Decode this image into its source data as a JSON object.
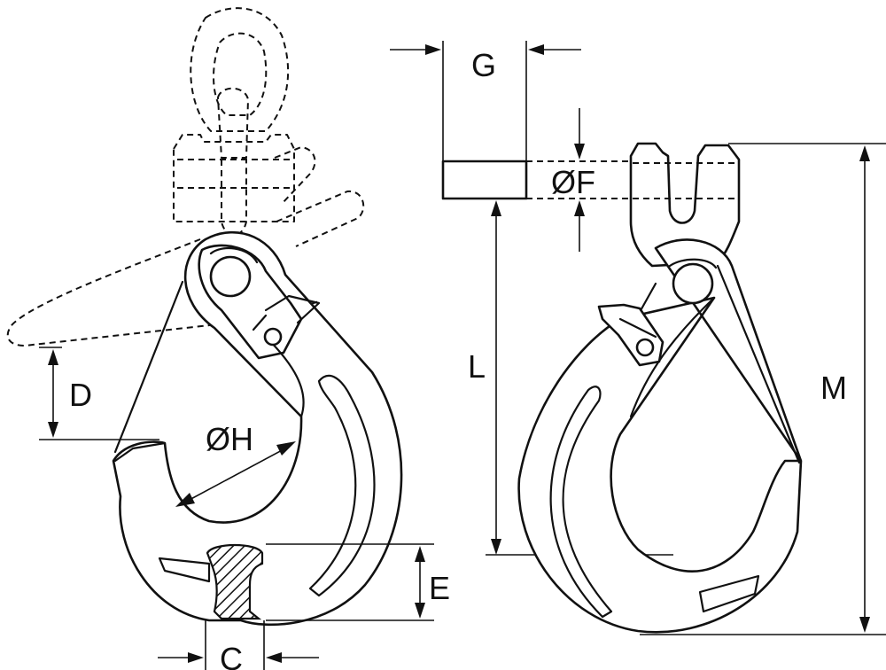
{
  "labels": {
    "d": "D",
    "h": "ØH",
    "e": "E",
    "c": "C",
    "g": "G",
    "f": "ØF",
    "l": "L",
    "m": "M"
  },
  "colors": {
    "line": "#111111",
    "background": "#ffffff"
  }
}
